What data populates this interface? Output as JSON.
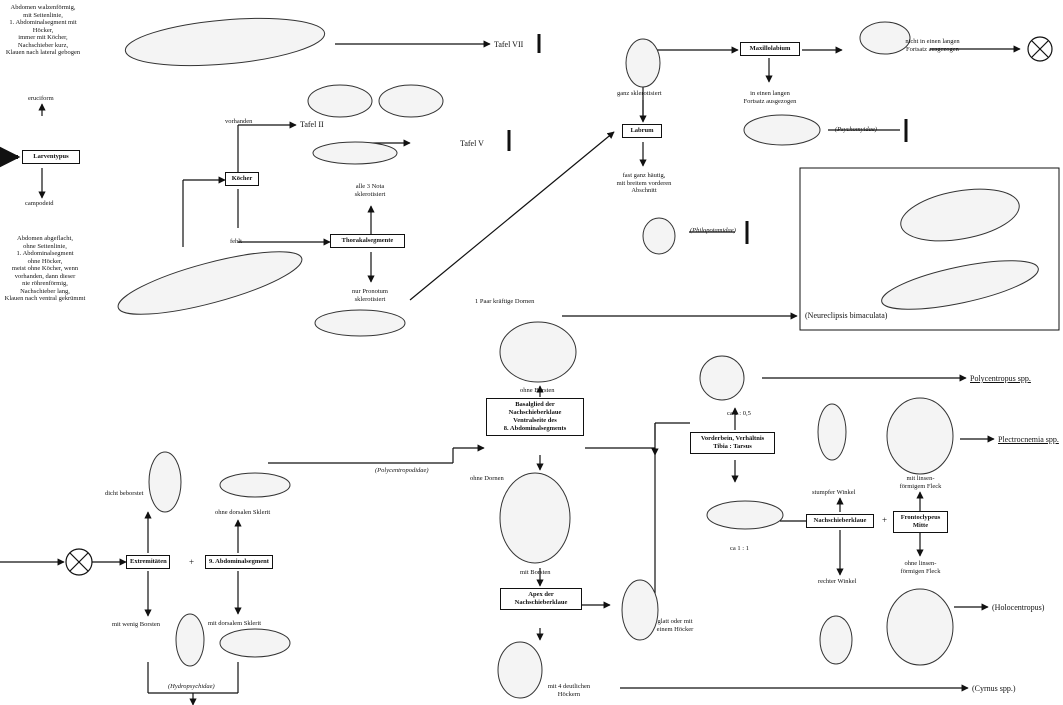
{
  "left": {
    "eruciform_desc": [
      "Abdomen walzenförmig,",
      "mit Seitenlinie,",
      "1. Abdominalsegment mit",
      "Höcker,",
      "immer mit Köcher,",
      "Nachschieber kurz,",
      "Klauen nach lateral gebogen"
    ],
    "eruciform": "eruciform",
    "larventypus": "Larventypus",
    "campodeid": "campodeid",
    "campodeid_desc": [
      "Abdomen abgeflacht,",
      "ohne Seitenlinie,",
      "1. Abdominalsegment",
      "ohne Höcker,",
      "meist ohne Köcher, wenn",
      "vorhanden, dann dieser",
      "nie röhrenförmig,",
      "Nachschieber lang,",
      "Klauen nach ventral gekrümmt"
    ]
  },
  "top": {
    "tafel_vii": "Tafel VII",
    "tafel_ii": "Tafel II",
    "tafel_v": "Tafel V",
    "vorhanden": "vorhanden",
    "koecher": "Köcher",
    "fehlt": "fehlt",
    "alle_3_nota": [
      "alle 3 Nota",
      "sklerotisiert"
    ],
    "thorakalsegmente": "Thorakalsegmente",
    "nur_pronotum": [
      "nur Pronotum",
      "sklerotisiert"
    ]
  },
  "labrum": {
    "ganz_skl": "ganz sklerotisiert",
    "labrum": "Labrum",
    "fast_ganz": [
      "fast ganz häutig,",
      "mit breitem vorderen",
      "Abschnitt"
    ],
    "philopotamidae": "(Philopotamidae)",
    "maxillolabium": "Maxillolabium",
    "nicht_lang": [
      "nicht in einen langen",
      "Fortsatz ausgezogen"
    ],
    "in_langen": [
      "in einen langen",
      "Fortsatz ausgezogen"
    ],
    "psychomyidae": "(Psychomyidae)"
  },
  "polycentropodidae": {
    "neureclipsis": "(Neureclipsis bimaculata)",
    "ein_paar": "1 Paar kräftige Dornen",
    "ohne_borsten": "ohne Borsten",
    "basalglied": [
      "Basalglied der",
      "Nachschieberklaue",
      "Ventralseite des",
      "8. Abdominalsegments"
    ],
    "polycentropodidae": "(Polycentropodidae)",
    "ohne_dornen": "ohne Dornen",
    "mit_borsten": "mit Borsten",
    "apex": [
      "Apex der",
      "Nachschieberklaue"
    ],
    "glatt": [
      "glatt oder mit",
      "einem Höcker"
    ],
    "mit_4": [
      "mit 4 deutlichen",
      "Höckern"
    ],
    "cyrnus": "(Cyrnus spp.)"
  },
  "right": {
    "ca_05": "ca 1 : 0,5",
    "polycentropus": "Polycentropus spp.",
    "vorderbein": [
      "Vorderbein, Verhältnis",
      "Tibia : Tarsus"
    ],
    "ca_11": "ca 1 : 1",
    "stumpfer": "stumpfer Winkel",
    "nachschieberklaue": "Nachschieberklaue",
    "plus": "+",
    "frontoclypeus": [
      "Frontoclypeus",
      "Mitte"
    ],
    "mit_linsen": [
      "mit linsen-",
      "förmigem Fleck"
    ],
    "plectrocnemia": "Plectrocnemia spp.",
    "rechter": "rechter Winkel",
    "ohne_linsen": [
      "ohne linsen-",
      "förmigen Fleck"
    ],
    "holocentropus": "(Holocentropus)"
  },
  "bottom_left": {
    "dicht": "dicht beborstet",
    "ohne_dorsalen": "ohne dorsalen Sklerit",
    "extremitaeten": "Extremitäten",
    "plus": "+",
    "abdominalsegment9": "9. Abdominalsegment",
    "mit_wenig": "mit wenig Borsten",
    "mit_dorsalem": "mit dorsalem Sklerit",
    "hydropsychidae": "(Hydropsychidae)"
  }
}
